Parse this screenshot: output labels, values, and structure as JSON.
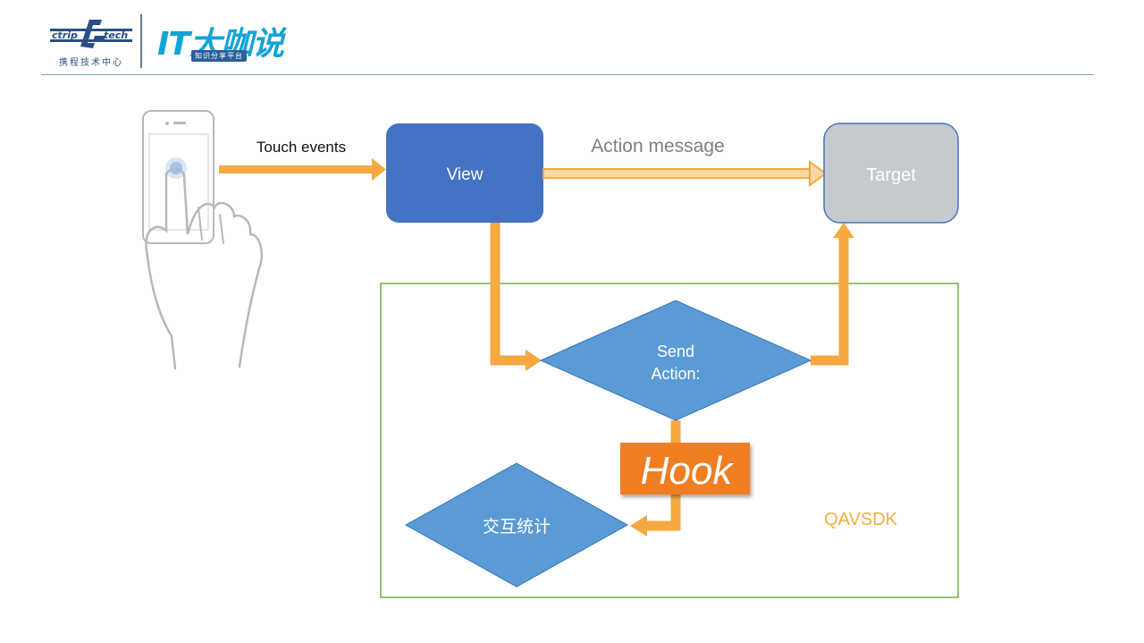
{
  "header": {
    "ctrip_logo_text": "ctrip tech",
    "ctrip_subtitle": "携程技术中心",
    "it_logo_text": "IT大咖说",
    "it_logo_subtitle": "知识分享平台"
  },
  "diagram": {
    "touch_label": "Touch events",
    "view_label": "View",
    "action_message_label": "Action message",
    "target_label": "Target",
    "send_action_line1": "Send",
    "send_action_line2": "Action:",
    "hook_label": "Hook",
    "stats_label": "交互统计",
    "sdk_label": "QAVSDK"
  },
  "colors": {
    "arrow": "#f5a940",
    "view_box": "#4472c4",
    "target_box": "#c6c9cd",
    "diamond": "#5b9bd5",
    "hook_box": "#f07e21",
    "sdk_border": "#70ad47",
    "sdk_text": "#f0b040"
  }
}
